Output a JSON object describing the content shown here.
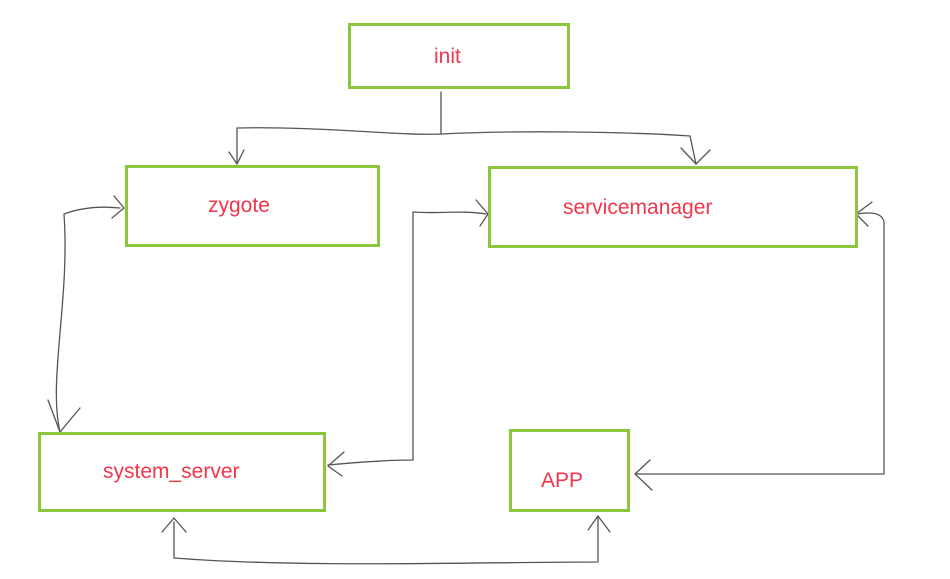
{
  "diagram": {
    "colors": {
      "box_border": "#8cc63f",
      "label_text": "#f0364a",
      "connector": "#555555"
    },
    "nodes": {
      "init": {
        "label": "init"
      },
      "zygote": {
        "label": "zygote"
      },
      "servicemanager": {
        "label": "servicemanager"
      },
      "system_server": {
        "label": "system_server"
      },
      "app": {
        "label": "APP"
      }
    },
    "edges": [
      {
        "from": "init",
        "to": "zygote",
        "arrow": "end"
      },
      {
        "from": "init",
        "to": "servicemanager",
        "arrow": "end"
      },
      {
        "from": "zygote",
        "to": "system_server",
        "arrow": "both"
      },
      {
        "from": "system_server",
        "to": "servicemanager",
        "arrow": "both"
      },
      {
        "from": "servicemanager",
        "to": "app",
        "arrow": "both"
      },
      {
        "from": "system_server",
        "to": "app",
        "arrow": "both"
      }
    ]
  }
}
